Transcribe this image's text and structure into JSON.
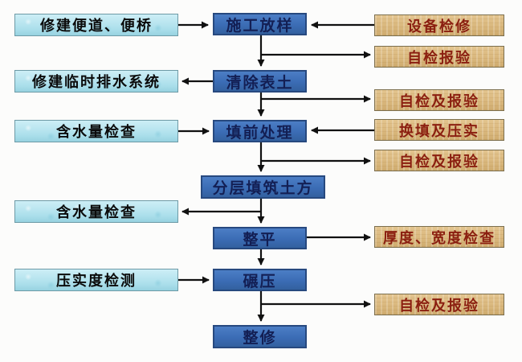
{
  "flowchart": {
    "left_nodes": [
      {
        "label": "修建便道、便桥"
      },
      {
        "label": "修建临时排水系统"
      },
      {
        "label": "含水量检查"
      },
      {
        "label": "含水量检查"
      },
      {
        "label": "压实度检测"
      }
    ],
    "main_nodes": [
      {
        "label": "施工放样"
      },
      {
        "label": "清除表土"
      },
      {
        "label": "填前处理"
      },
      {
        "label": "分层填筑土方"
      },
      {
        "label": "整平"
      },
      {
        "label": "碾压"
      },
      {
        "label": "整修"
      }
    ],
    "right_nodes": [
      {
        "label": "设备检修"
      },
      {
        "label": "自检报验"
      },
      {
        "label": "自检及报验"
      },
      {
        "label": "换填及压实"
      },
      {
        "label": "自检及报验"
      },
      {
        "label": "厚度、宽度检查"
      },
      {
        "label": "自检及报验"
      }
    ],
    "edges": [
      {
        "from": "修建便道、便桥",
        "to": "施工放样"
      },
      {
        "from": "设备检修",
        "to": "施工放样"
      },
      {
        "from": "施工放样",
        "to": "清除表土"
      },
      {
        "from": "施工放样",
        "to": "自检报验"
      },
      {
        "from": "清除表土",
        "to": "修建临时排水系统"
      },
      {
        "from": "清除表土",
        "to": "自检及报验"
      },
      {
        "from": "清除表土",
        "to": "填前处理"
      },
      {
        "from": "含水量检查",
        "to": "填前处理"
      },
      {
        "from": "换填及压实",
        "to": "填前处理"
      },
      {
        "from": "填前处理",
        "to": "自检及报验"
      },
      {
        "from": "填前处理",
        "to": "分层填筑土方"
      },
      {
        "from": "分层填筑土方",
        "to": "整平"
      },
      {
        "from": "分层填筑土方",
        "to": "含水量检查"
      },
      {
        "from": "整平",
        "to": "厚度、宽度检查"
      },
      {
        "from": "整平",
        "to": "碾压"
      },
      {
        "from": "压实度检测",
        "to": "碾压"
      },
      {
        "from": "碾压",
        "to": "自检及报验"
      },
      {
        "from": "碾压",
        "to": "整修"
      }
    ],
    "colors": {
      "main_box_bg": "#3b6cb5",
      "main_box_border": "#27497f",
      "main_box_text": "#131f54",
      "left_box_bg": "#b5e3ee",
      "left_box_text": "#0b0b0b",
      "right_box_bg": "#d9b77c",
      "right_box_text": "#8b1f10",
      "arrow": "#111111",
      "background": "#fcfcfb"
    }
  }
}
